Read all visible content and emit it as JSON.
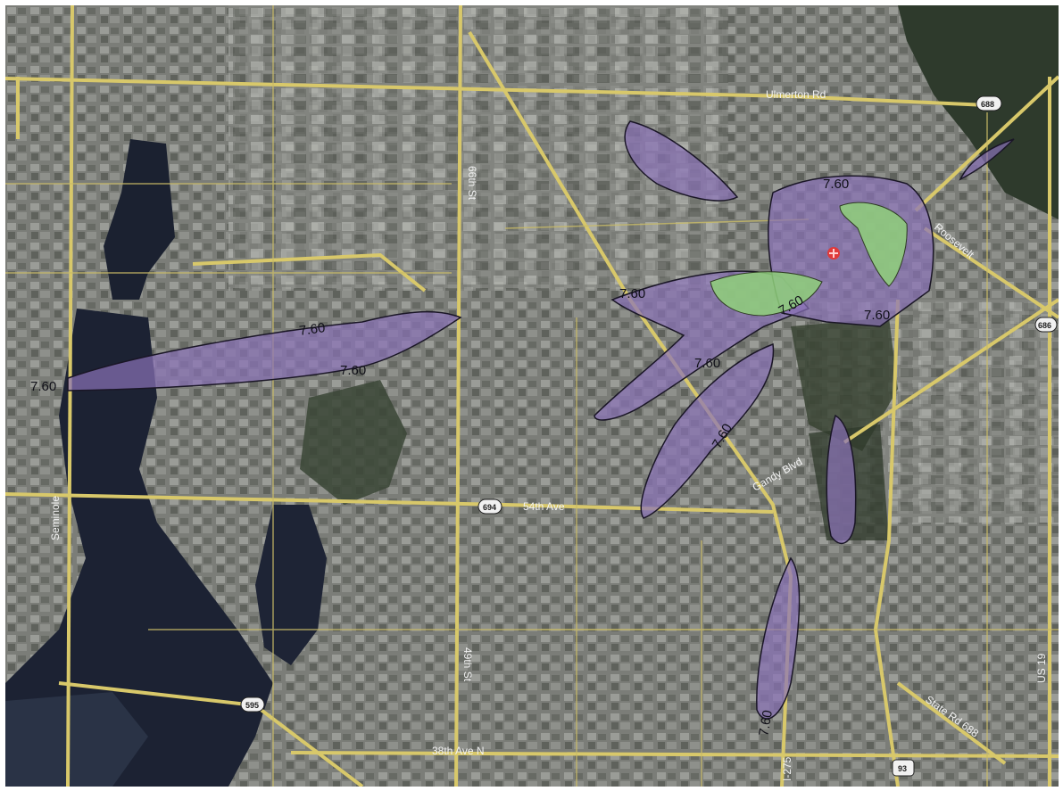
{
  "colors": {
    "urban": "#7d7f7a",
    "urban_light": "#a8aaa6",
    "vegetation": "#3d4a37",
    "water": "#1c2233",
    "road": "#d8c86a",
    "plume_fill": "#8a72b8",
    "plume_stroke": "#1a1626",
    "high_conc": "#8fd07a",
    "source_marker": "#e03a3a"
  },
  "roads": {
    "ulmerton": "Ulmerton Rd",
    "ave_54": "54th Ave",
    "ave_38": "38th Ave N",
    "st_66": "66th St",
    "st_49": "49th St",
    "seminole": "Seminole",
    "us_19": "US 19",
    "state_rd": "State Rd 688",
    "gandy": "Gandy Blvd",
    "roosevelt": "Roosevelt",
    "hwy_275": "I-275"
  },
  "shields": {
    "s688": "688",
    "s686": "686",
    "s694": "694",
    "s595": "595",
    "s93": "93"
  },
  "contours": {
    "c1": "7.60",
    "c2": "7.60",
    "c3": "7.60",
    "c4": "7.60",
    "c5": "7.60",
    "c6": "7.60",
    "c7": "7.60",
    "c8": "7.60",
    "c9": "7.60",
    "c10": "7.60"
  },
  "icons": {
    "source": "source-marker-icon"
  }
}
